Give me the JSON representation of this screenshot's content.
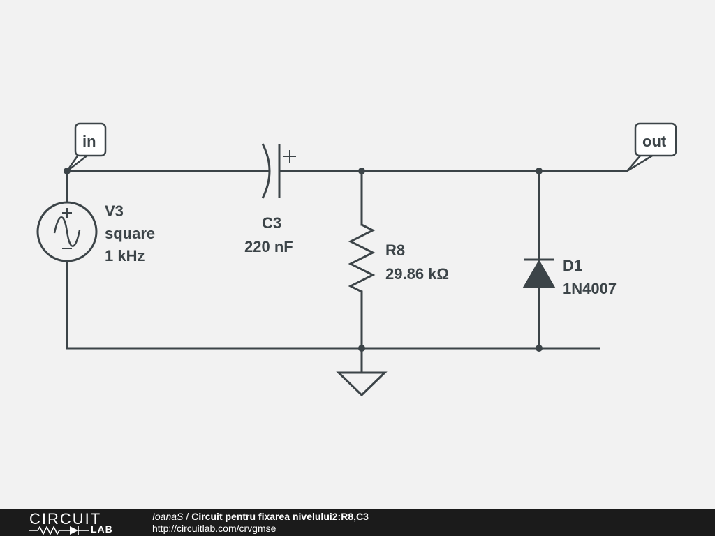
{
  "ports": {
    "in": "in",
    "out": "out"
  },
  "components": {
    "source": {
      "ref": "V3",
      "type": "square",
      "freq": "1 kHz"
    },
    "capacitor": {
      "ref": "C3",
      "value": "220 nF",
      "polarity": "+"
    },
    "resistor": {
      "ref": "R8",
      "value": "29.86 kΩ"
    },
    "diode": {
      "ref": "D1",
      "part": "1N4007"
    }
  },
  "footer": {
    "logo_top": "CIRCUIT",
    "logo_bottom": "LAB",
    "author": "IoanaS",
    "separator": "/",
    "title": "Circuit pentru fixarea nivelului2:R8,C3",
    "url": "http://circuitlab.com/crvgmse"
  },
  "colors": {
    "background": "#f2f2f2",
    "ink": "#3c4448",
    "footer_bg": "#1b1b1b"
  }
}
